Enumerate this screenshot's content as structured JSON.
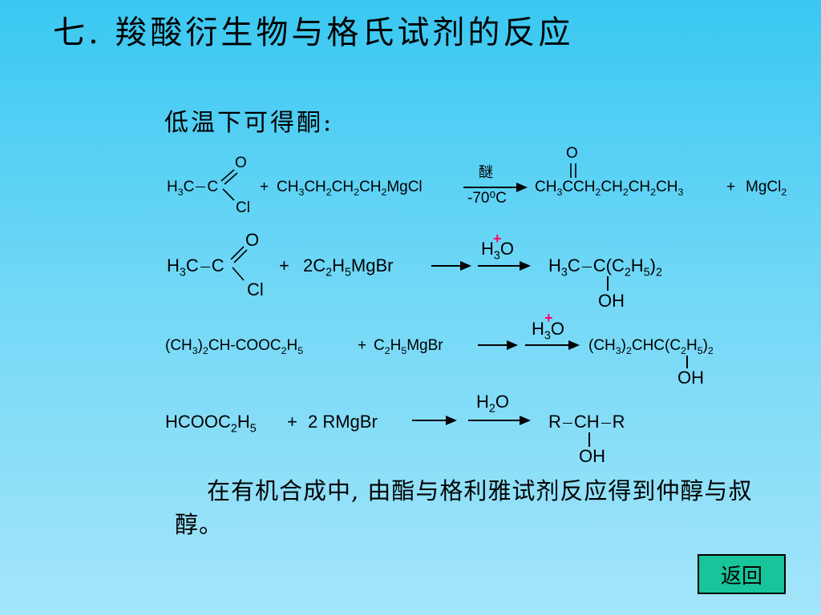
{
  "slide": {
    "title": "七. 羧酸衍生物与格氏试剂的反应",
    "subtitle": "低温下可得酮:",
    "summary": "在有机合成中, 由酯与格利雅试剂反应得到仲醇与叔醇。",
    "back_button": "返回"
  },
  "reactions": {
    "r1": {
      "o": "O",
      "cl": "Cl",
      "plus": "+",
      "condition_top": "醚",
      "condition_bottom": "-70⁰C",
      "product_o": "O",
      "plus2": "+"
    },
    "r2": {
      "o": "O",
      "cl": "Cl",
      "plus": "+",
      "oh": "OH"
    },
    "r3": {
      "plus": "+",
      "oh": "OH"
    },
    "r4": {
      "plus": "+",
      "oh": "OH"
    }
  }
}
